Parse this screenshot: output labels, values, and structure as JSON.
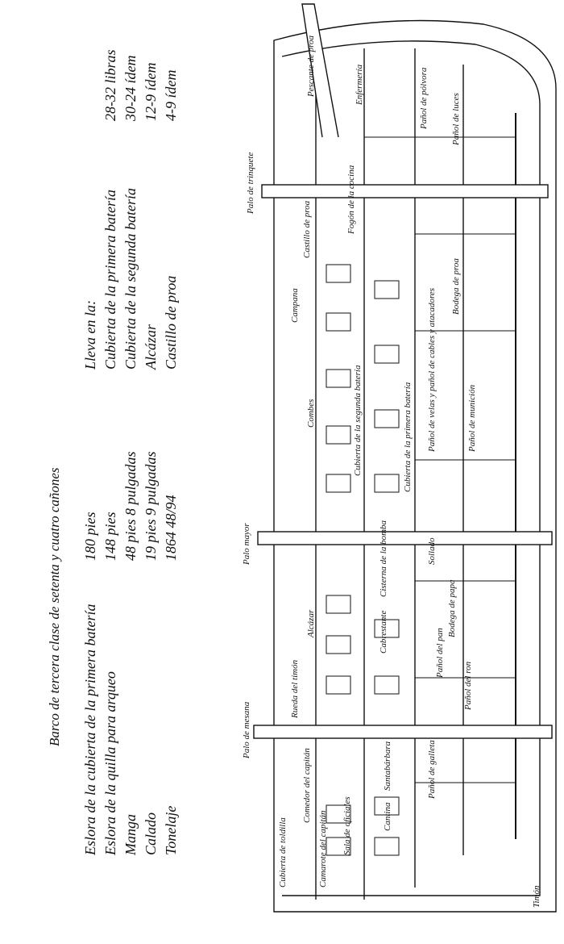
{
  "header": {
    "title": "Barco de tercera clase de setenta y cuatro cañones"
  },
  "specs": [
    {
      "label": "Eslora de la cubierta de la primera batería",
      "value": "180 pies"
    },
    {
      "label": "Eslora de la quilla para arqueo",
      "value": "148 pies"
    },
    {
      "label": "Manga",
      "value": "48 pies 8 pulgadas"
    },
    {
      "label": "Calado",
      "value": "19 pies 9 pulgadas"
    },
    {
      "label": "Tonelaje",
      "value": "1864 48/94"
    }
  ],
  "carries": {
    "heading": "Lleva en la:",
    "rows": [
      {
        "label": "Cubierta de la primera batería",
        "value": "28-32 libras"
      },
      {
        "label": "Cubierta de la segunda batería",
        "value": "30-24 ídem"
      },
      {
        "label": "Alcázar",
        "value": "12-9 ídem"
      },
      {
        "label": "Castillo de proa",
        "value": "4-9 ídem"
      }
    ]
  },
  "labels": {
    "palo_mesana": "Palo de mesana",
    "palo_mayor": "Palo mayor",
    "palo_trinquete": "Palo de trinquete",
    "alcazar": "Alcázar",
    "combes": "Combes",
    "campana": "Campana",
    "castillo_proa": "Castillo de proa",
    "pescante_proa": "Pescante de proa",
    "cubierta_toldilla": "Cubierta de toldilla",
    "camarote_capitan": "Camarote del capitán",
    "comedor_capitan": "Comedor del capitán",
    "rueda_timon": "Rueda del timón",
    "sala_oficiales": "Sala de oficiales",
    "cubierta_segunda": "Cubierta de la segunda batería",
    "cubierta_primera": "Cubierta de la primera batería",
    "cabrestante": "Cabrestante",
    "cisterna_bomba": "Cisterna de la bomba",
    "cantina": "Cantina",
    "santabarbara": "Santabárbara",
    "sollado": "Sollado",
    "panol_galleta": "Pañol de galleta",
    "bodega_papa": "Bodega de papa",
    "panol_municion": "Pañol de munición",
    "panol_ron": "Pañol del ron",
    "panol_pan": "Pañol del pan",
    "bodega_proa": "Bodega de proa",
    "panol_velas": "Pañol de velas y pañol de cables y atacadores",
    "panol_polvora": "Pañol de pólvora",
    "panol_luces": "Pañol de luces",
    "cocina": "Fogón de la cocina",
    "enfermeria": "Enfermería",
    "timon": "Timón"
  }
}
